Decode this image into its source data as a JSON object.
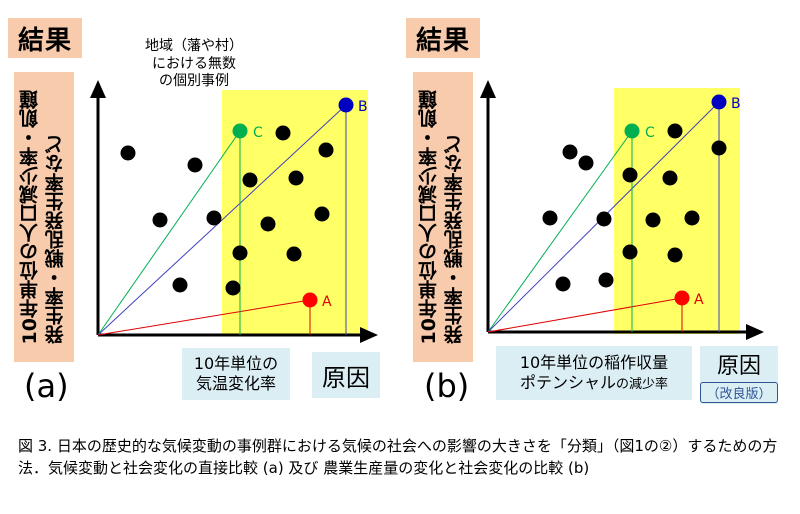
{
  "panels": [
    {
      "id": "a",
      "result_label": "結果",
      "y_axis_label": "10年単位の人口減少率・飢饉\n発生率・戦乱発生率など",
      "x_box_label": "10年単位の\n気温変化率",
      "cause_label": "原因",
      "panel_label": "(a)",
      "annotation": "地域（藩や村）\nにおける無数\nの個別事例",
      "points": [
        {
          "label": "A",
          "color": "#ff0000"
        },
        {
          "label": "B",
          "color": "#0000c0"
        },
        {
          "label": "C",
          "color": "#00b050"
        }
      ]
    },
    {
      "id": "b",
      "result_label": "結果",
      "y_axis_label": "10年単位の人口減少率・飢饉\n発生率・戦乱発生率など",
      "x_box_label_main": "10年単位の稲作収量",
      "x_box_label_sub_strong": "ポテンシャル",
      "x_box_label_sub_small": "の減少率",
      "cause_label": "原因",
      "cause_sub": "（改良版）",
      "panel_label": "(b)",
      "points": [
        {
          "label": "A",
          "color": "#ff0000"
        },
        {
          "label": "B",
          "color": "#0000c0"
        },
        {
          "label": "C",
          "color": "#00b050"
        }
      ]
    }
  ],
  "caption": "図 3. 日本の歴史的な気候変動の事例群における気候の社会への影響の大きさを「分類」（図1の②）するための方法．気候変動と社会変化の直接比較 (a) 及び 農業生産量の変化と社会変化の比較 (b)",
  "colors": {
    "highlight": "#ffff66",
    "orange_box": "#f8cbad",
    "blue_box": "#dbeef4",
    "dot": "#000000"
  }
}
